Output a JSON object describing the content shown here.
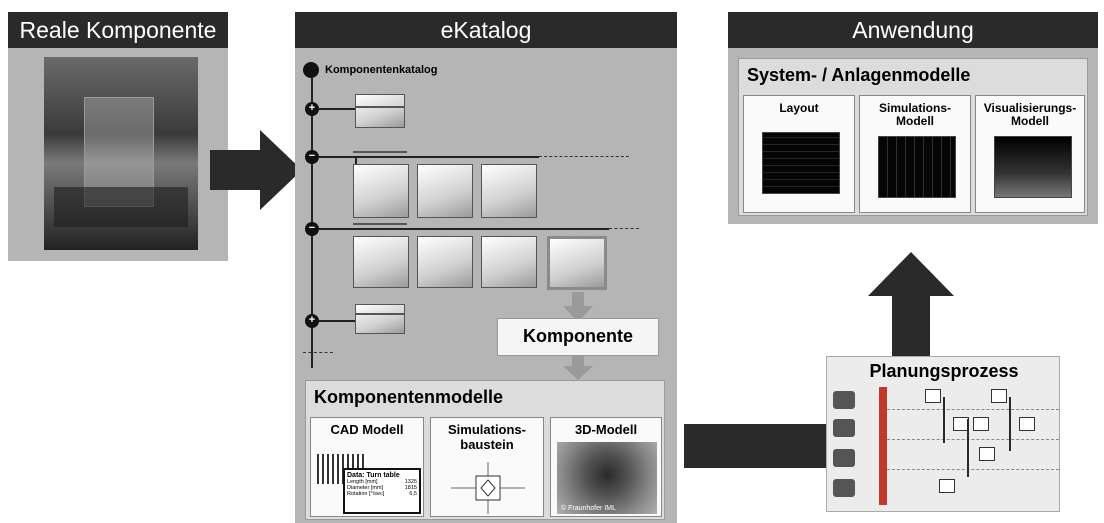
{
  "left": {
    "title": "Reale Komponente"
  },
  "middle": {
    "title": "eKatalog",
    "root_label": "Komponentenkatalog",
    "komponente": "Komponente",
    "models_title": "Komponentenmodelle",
    "cad": {
      "title": "CAD Modell",
      "data_title": "Data: Turn table",
      "rows": [
        {
          "k": "Length [mm]",
          "v": "1325"
        },
        {
          "k": "Diameter [mm]",
          "v": "1815"
        },
        {
          "k": "Rotation [°/sec]",
          "v": "6,5"
        }
      ]
    },
    "sim": {
      "title": "Simulations-\nbaustein"
    },
    "model3d": {
      "title": "3D-Modell",
      "copyright": "© Fraunhofer IML"
    }
  },
  "right": {
    "title": "Anwendung",
    "system_title": "System- / Anlagenmodelle",
    "models": [
      {
        "label": "Layout"
      },
      {
        "label": "Simulations-\nModell"
      },
      {
        "label": "Visualisierungs-\nModell"
      }
    ],
    "planning": "Planungsprozess"
  },
  "colors": {
    "header": "#2a2a2a",
    "panel": "#b5b5b5",
    "arrow": "#2a2a2a",
    "accent_arrow": "#9a9a9a"
  },
  "icons": [
    "arrow-right-icon",
    "arrow-up-icon",
    "arrow-down-icon",
    "plus-icon",
    "minus-icon",
    "person-computer-icon"
  ]
}
